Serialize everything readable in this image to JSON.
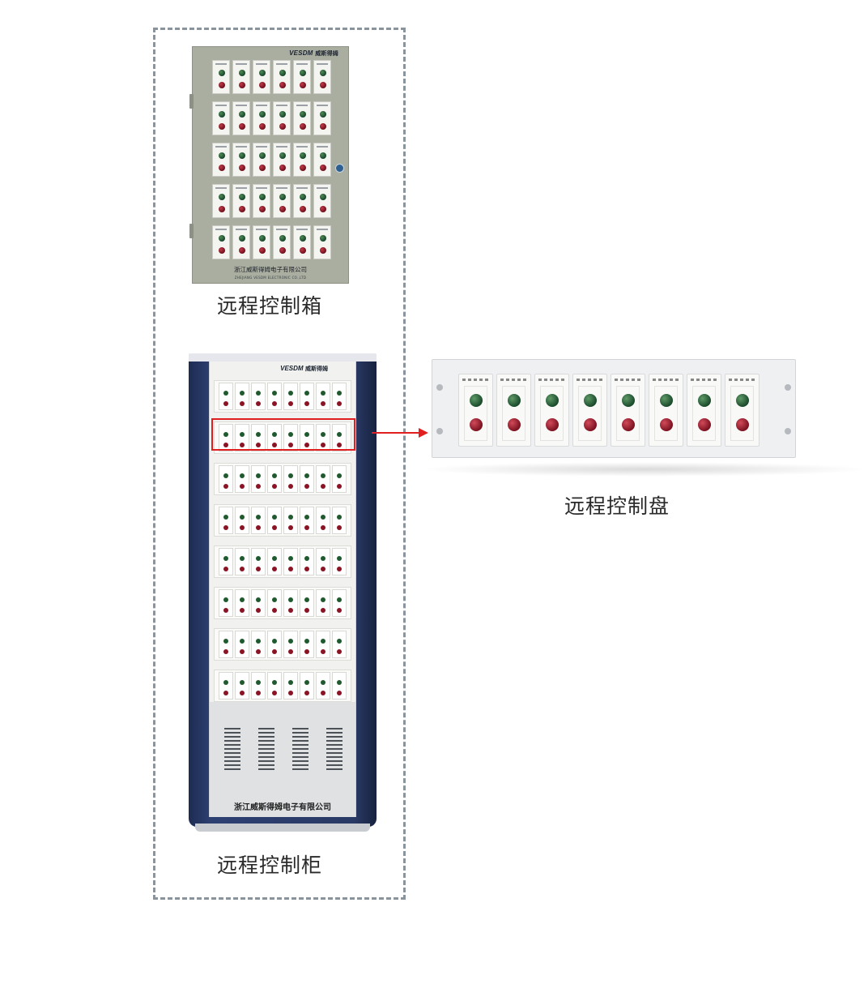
{
  "captions": {
    "box": "远程控制箱",
    "cabinet": "远程控制柜",
    "panel": "远程控制盘"
  },
  "box": {
    "brand_logo": "VESDM",
    "brand_cn": "威斯得姆",
    "company_cn": "浙江威斯得姆电子有限公司",
    "company_en": "ZHEJIANG VESDM ELECTRONIC CO.,LTD",
    "rows": 5,
    "cols": 6
  },
  "cabinet": {
    "brand_logo": "VESDM",
    "brand_cn": "威斯得姆",
    "company_cn": "浙江威斯得姆电子有限公司",
    "strips": 8,
    "modules_per_strip": 8
  },
  "panel": {
    "modules": 8
  },
  "colors": {
    "frame": "#8a949c",
    "highlight": "#e02020",
    "box_body": "#a9aea0",
    "cabinet_side": "#2a3a66",
    "green_button": "#1f5a2e",
    "red_button": "#8a1424"
  }
}
